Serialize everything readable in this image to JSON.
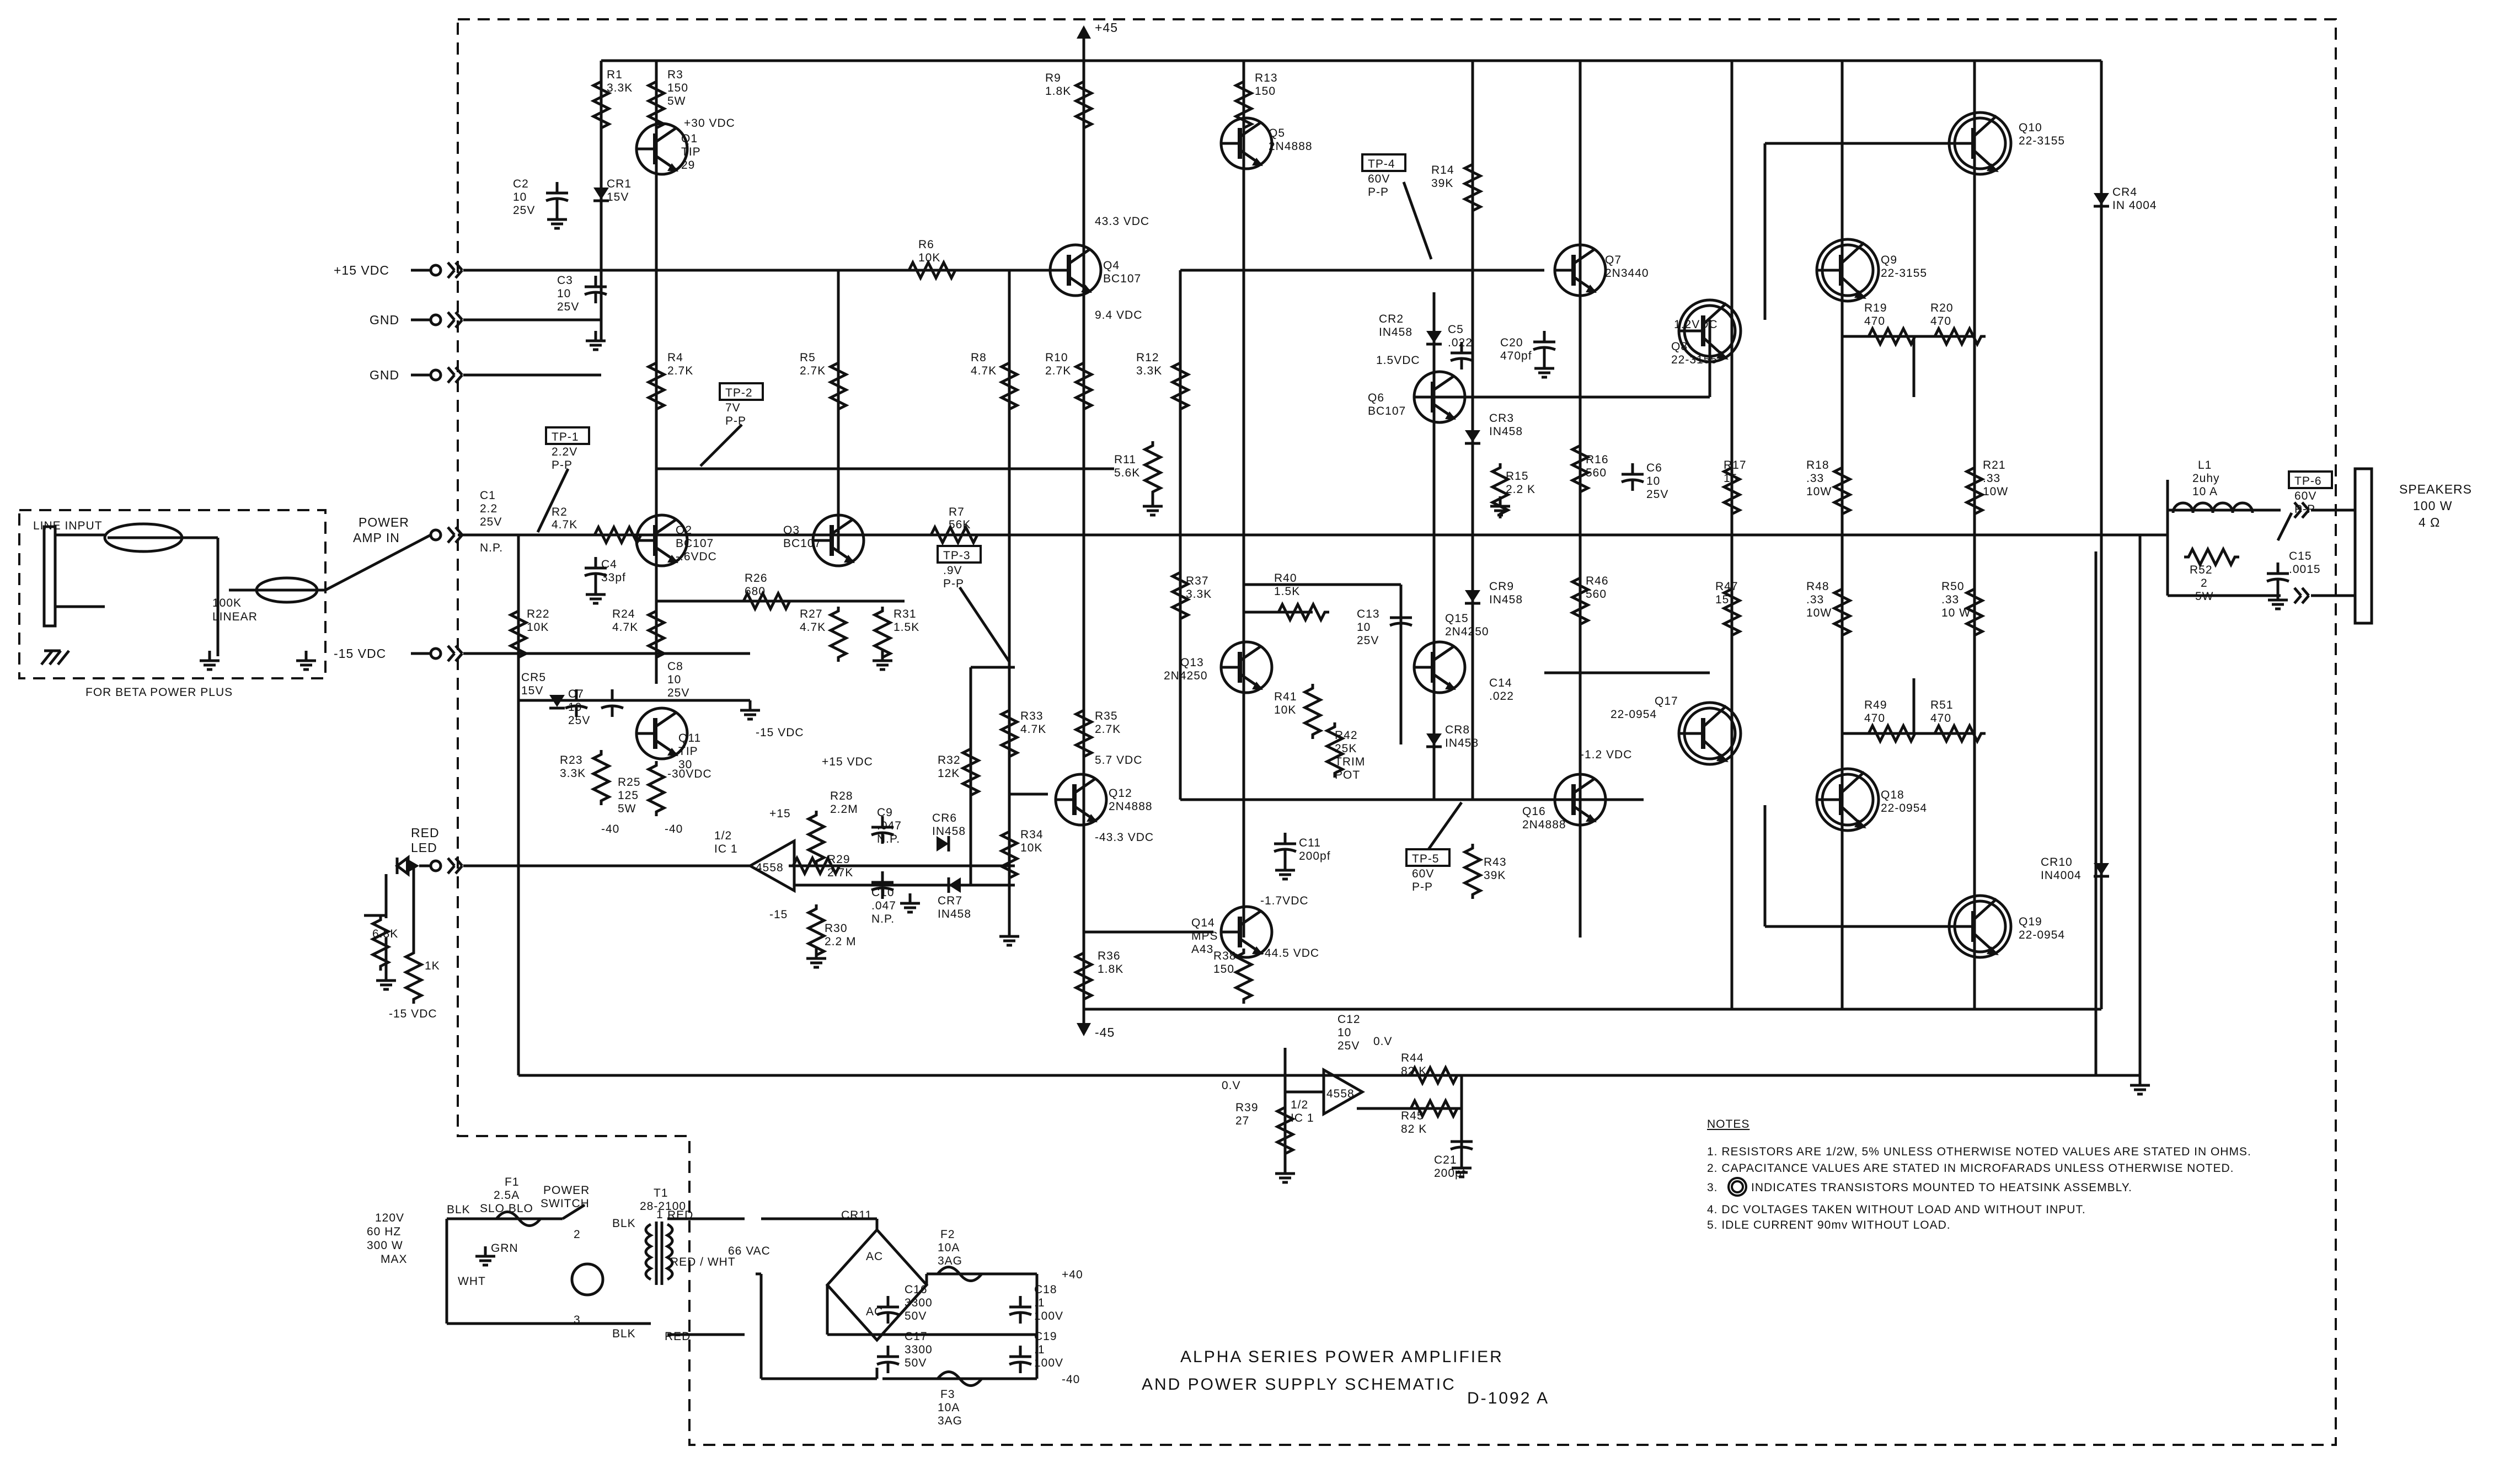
{
  "title": {
    "line1": "ALPHA SERIES POWER AMPLIFIER",
    "line2": "AND POWER SUPPLY SCHEMATIC",
    "drawing_no": "D-1092 A"
  },
  "rails": {
    "pos": "+45",
    "neg": "-45"
  },
  "connectors": {
    "p15": "+15 VDC",
    "gnd1": "GND",
    "gnd2": "GND",
    "power_amp_in_1": "POWER",
    "power_amp_in_2": "AMP IN",
    "m15": "-15 VDC",
    "red_led_1": "RED",
    "red_led_2": "LED"
  },
  "beta_box": {
    "line_input": "LINE INPUT",
    "pot_1": "100K",
    "pot_2": "LINEAR",
    "caption": "FOR BETA POWER PLUS"
  },
  "speakers": {
    "line1": "SPEAKERS",
    "line2": "100 W",
    "line3": "4 Ω"
  },
  "test_points": [
    {
      "id": "TP-1",
      "l2": "2.2V",
      "l3": "P-P"
    },
    {
      "id": "TP-2",
      "l2": "7V",
      "l3": "P-P"
    },
    {
      "id": "TP-3",
      "l2": ".9V",
      "l3": "P-P"
    },
    {
      "id": "TP-4",
      "l2": "60V",
      "l3": "P-P"
    },
    {
      "id": "TP-5",
      "l2": "60V",
      "l3": "P-P"
    },
    {
      "id": "TP-6",
      "l2": "60V",
      "l3": "P-P"
    }
  ],
  "transistors": [
    {
      "ref": "Q1",
      "l2": "TIP",
      "l3": "29"
    },
    {
      "ref": "Q2",
      "l2": "BC107",
      "l3": "-.6VDC"
    },
    {
      "ref": "Q3",
      "l2": "BC107",
      "l3": ""
    },
    {
      "ref": "Q4",
      "l2": "BC107",
      "l3": ""
    },
    {
      "ref": "Q5",
      "l2": "2N4888",
      "l3": ""
    },
    {
      "ref": "Q6",
      "l2": "BC107",
      "l3": ""
    },
    {
      "ref": "Q7",
      "l2": "2N3440",
      "l3": ""
    },
    {
      "ref": "Q8",
      "l2": "22-3155",
      "l3": ""
    },
    {
      "ref": "Q9",
      "l2": "22-3155",
      "l3": ""
    },
    {
      "ref": "Q10",
      "l2": "22-3155",
      "l3": ""
    },
    {
      "ref": "Q11",
      "l2": "TIP",
      "l3": "30"
    },
    {
      "ref": "Q12",
      "l2": "2N4888",
      "l3": ""
    },
    {
      "ref": "Q13",
      "l2": "2N4250",
      "l3": ""
    },
    {
      "ref": "Q14",
      "l2": "MPS",
      "l3": "A43"
    },
    {
      "ref": "Q15",
      "l2": "2N4250",
      "l3": ""
    },
    {
      "ref": "Q16",
      "l2": "2N4888",
      "l3": ""
    },
    {
      "ref": "Q17",
      "l2": "22-0954",
      "l3": ""
    },
    {
      "ref": "Q18",
      "l2": "22-0954",
      "l3": ""
    },
    {
      "ref": "Q19",
      "l2": "22-0954",
      "l3": ""
    }
  ],
  "resistors": [
    {
      "ref": "R1",
      "val": "3.3K"
    },
    {
      "ref": "R2",
      "val": "4.7K"
    },
    {
      "ref": "R3",
      "val": "150",
      "val2": "5W"
    },
    {
      "ref": "R4",
      "val": "2.7K"
    },
    {
      "ref": "R5",
      "val": "2.7K"
    },
    {
      "ref": "R6",
      "val": "10K"
    },
    {
      "ref": "R7",
      "val": "56K"
    },
    {
      "ref": "R8",
      "val": "4.7K"
    },
    {
      "ref": "R9",
      "val": "1.8K"
    },
    {
      "ref": "R10",
      "val": "2.7K"
    },
    {
      "ref": "R11",
      "val": "5.6K"
    },
    {
      "ref": "R12",
      "val": "3.3K"
    },
    {
      "ref": "R13",
      "val": "150"
    },
    {
      "ref": "R14",
      "val": "39K"
    },
    {
      "ref": "R15",
      "val": "2.2 K"
    },
    {
      "ref": "R16",
      "val": "560"
    },
    {
      "ref": "R17",
      "val": "15"
    },
    {
      "ref": "R18",
      "val": ".33",
      "val2": "10W"
    },
    {
      "ref": "R19",
      "val": "470"
    },
    {
      "ref": "R20",
      "val": "470"
    },
    {
      "ref": "R21",
      "val": ".33",
      "val2": "10W"
    },
    {
      "ref": "R22",
      "val": "10K"
    },
    {
      "ref": "R23",
      "val": "3.3K"
    },
    {
      "ref": "R24",
      "val": "4.7K"
    },
    {
      "ref": "R25",
      "val": "125",
      "val2": "5W"
    },
    {
      "ref": "R26",
      "val": "680"
    },
    {
      "ref": "R27",
      "val": "4.7K"
    },
    {
      "ref": "R28",
      "val": "2.2M"
    },
    {
      "ref": "R29",
      "val": "2.7K"
    },
    {
      "ref": "R30",
      "val": "2.2 M"
    },
    {
      "ref": "R31",
      "val": "1.5K"
    },
    {
      "ref": "R32",
      "val": "12K"
    },
    {
      "ref": "R33",
      "val": "4.7K"
    },
    {
      "ref": "R34",
      "val": "10K"
    },
    {
      "ref": "R35",
      "val": "2.7K"
    },
    {
      "ref": "R36",
      "val": "1.8K"
    },
    {
      "ref": "R37",
      "val": "3.3K"
    },
    {
      "ref": "R38",
      "val": "150"
    },
    {
      "ref": "R39",
      "val": "27"
    },
    {
      "ref": "R40",
      "val": "1.5K"
    },
    {
      "ref": "R41",
      "val": "10K"
    },
    {
      "ref": "R42",
      "val": "25K",
      "val2": "TRIM",
      "val3": "POT"
    },
    {
      "ref": "R43",
      "val": "39K"
    },
    {
      "ref": "R44",
      "val": "82 K"
    },
    {
      "ref": "R45",
      "val": "82 K"
    },
    {
      "ref": "R46",
      "val": "560"
    },
    {
      "ref": "R47",
      "val": "15"
    },
    {
      "ref": "R48",
      "val": ".33",
      "val2": "10W"
    },
    {
      "ref": "R49",
      "val": "470"
    },
    {
      "ref": "R50",
      "val": ".33",
      "val2": "10 W"
    },
    {
      "ref": "R51",
      "val": "470"
    },
    {
      "ref": "R52",
      "val": "2",
      "val2": "5W"
    }
  ],
  "capacitors": [
    {
      "ref": "C1",
      "val": "2.2",
      "val2": "25V",
      "val3": "N.P."
    },
    {
      "ref": "C2",
      "val": "10",
      "val2": "25V"
    },
    {
      "ref": "C3",
      "val": "10",
      "val2": "25V"
    },
    {
      "ref": "C4",
      "val": "33pf"
    },
    {
      "ref": "C5",
      "val": ".022"
    },
    {
      "ref": "C6",
      "val": "10",
      "val2": "25V"
    },
    {
      "ref": "C7",
      "val": "10",
      "val2": "25V"
    },
    {
      "ref": "C8",
      "val": "10",
      "val2": "25V"
    },
    {
      "ref": "C9",
      "val": ".047",
      "val2": "N.P."
    },
    {
      "ref": "C10",
      "val": ".047",
      "val2": "N.P."
    },
    {
      "ref": "C11",
      "val": "200pf"
    },
    {
      "ref": "C12",
      "val": "10",
      "val2": "25V"
    },
    {
      "ref": "C13",
      "val": "10",
      "val2": "25V"
    },
    {
      "ref": "C14",
      "val": ".022"
    },
    {
      "ref": "C15",
      "val": ".0015"
    },
    {
      "ref": "C16",
      "val": "3300",
      "val2": "50V"
    },
    {
      "ref": "C17",
      "val": "3300",
      "val2": "50V"
    },
    {
      "ref": "C18",
      "val": ".1",
      "val2": "100V"
    },
    {
      "ref": "C19",
      "val": ".1",
      "val2": "100V"
    },
    {
      "ref": "C20",
      "val": "470pf"
    },
    {
      "ref": "C21",
      "val": "200pf"
    }
  ],
  "diodes": [
    {
      "ref": "CR1",
      "val": "15V"
    },
    {
      "ref": "CR2",
      "val": "IN458"
    },
    {
      "ref": "CR3",
      "val": "IN458"
    },
    {
      "ref": "CR4",
      "val": "IN 4004"
    },
    {
      "ref": "CR5",
      "val": "15V"
    },
    {
      "ref": "CR6",
      "val": "IN458"
    },
    {
      "ref": "CR7",
      "val": "IN458"
    },
    {
      "ref": "CR8",
      "val": "IN458"
    },
    {
      "ref": "CR9",
      "val": "IN458"
    },
    {
      "ref": "CR10",
      "val": "IN4004"
    },
    {
      "ref": "CR11",
      "val": ""
    }
  ],
  "ic": {
    "part": "4558",
    "ref": "IC 1",
    "half": "1/2"
  },
  "voltages": {
    "q1_e": "+30 VDC",
    "q4_c": "43.3 VDC",
    "q4_e": "9.4 VDC",
    "q6_b": "1.5VDC",
    "q8_b": "1.2VDC",
    "q16_b": "-1.2 VDC",
    "q11_e": "-30VDC",
    "q12_b": "5.7 VDC",
    "q12_e": "-43.3 VDC",
    "q14_c": "-1.7VDC",
    "q14_e": "-44.5 VDC",
    "zero1": "0.V",
    "zero2": "0.V"
  },
  "misc": {
    "p15vdc": "+15 VDC",
    "m15vdc_a": "-15 VDC",
    "m15vdc_b": "-15 VDC",
    "m40a": "-40",
    "m40b": "-40",
    "p15": "+15",
    "m15": "-15",
    "r_led_a": "6.8K",
    "r_led_b": "1K",
    "l1": "L1",
    "l1_val": "2uhy",
    "l1_amp": "10 A"
  },
  "psu": {
    "in1": "120V",
    "in2": "60 HZ",
    "in3": "300 W",
    "in4": "MAX",
    "blk1": "BLK",
    "wht": "WHT",
    "grn": "GRN",
    "f1": "F1",
    "f1v": "2.5A",
    "f1t": "SLO BLO",
    "sw1": "POWER",
    "sw2": "SWITCH",
    "t1": "T1",
    "t1p": "28-2100",
    "red1": "RED",
    "redwht": "RED / WHT",
    "red2": "RED",
    "blk2": "BLK",
    "vac": "66 VAC",
    "cr11": "CR11",
    "ac": "AC",
    "f2": "F2",
    "f2v": "10A",
    "f2t": "3AG",
    "f3": "F3",
    "f3v": "10A",
    "f3t": "3AG",
    "p40": "+40",
    "m40": "-40",
    "pin1": "1",
    "pin2": "2",
    "pin3": "3"
  },
  "notes": {
    "title": "NOTES",
    "n1": "1.  RESISTORS ARE 1/2W, 5% UNLESS OTHERWISE NOTED VALUES ARE STATED IN OHMS.",
    "n2": "2.  CAPACITANCE  VALUES ARE STATED IN MICROFARADS UNLESS OTHERWISE NOTED.",
    "n3": "INDICATES TRANSISTORS MOUNTED TO HEATSINK ASSEMBLY.",
    "n3num": "3.",
    "n4": "4.  DC VOLTAGES  TAKEN WITHOUT  LOAD AND WITHOUT INPUT.",
    "n5": "5.  IDLE CURRENT 90mv  WITHOUT LOAD."
  }
}
